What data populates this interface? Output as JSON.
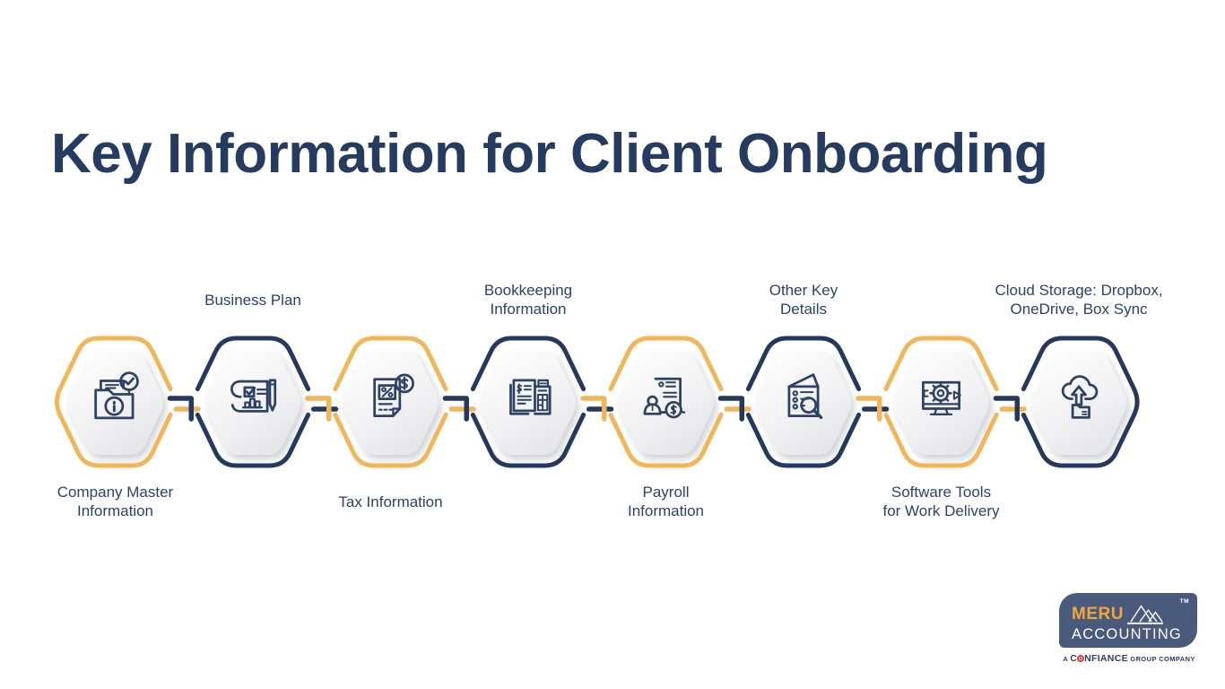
{
  "title": "Key Information for Client Onboarding",
  "colors": {
    "navy": "#24395e",
    "gold": "#f2b65a",
    "label_text": "#2e4265",
    "icon_stroke": "#2e4265",
    "title_text": "#253b60",
    "background": "#ffffff"
  },
  "steps": [
    {
      "id": "company-master",
      "label": "Company Master Information",
      "lines": [
        "Company Master",
        "Information"
      ],
      "label_position": "bottom",
      "ring": "gold",
      "icon": "folder-info-icon"
    },
    {
      "id": "business-plan",
      "label": "Business Plan",
      "lines": [
        "Business Plan"
      ],
      "label_position": "top",
      "ring": "navy",
      "icon": "business-plan-icon"
    },
    {
      "id": "tax-information",
      "label": "Tax Information",
      "lines": [
        "Tax Information"
      ],
      "label_position": "bottom",
      "ring": "gold",
      "icon": "tax-document-icon"
    },
    {
      "id": "bookkeeping-information",
      "label": "Bookkeeping Information",
      "lines": [
        "Bookkeeping",
        "Information"
      ],
      "label_position": "top",
      "ring": "navy",
      "icon": "ledger-documents-icon"
    },
    {
      "id": "payroll-information",
      "label": "Payroll Information",
      "lines": [
        "Payroll",
        "Information"
      ],
      "label_position": "bottom",
      "ring": "gold",
      "icon": "payroll-person-icon"
    },
    {
      "id": "other-key-details",
      "label": "Other Key Details",
      "lines": [
        "Other Key",
        "Details"
      ],
      "label_position": "top",
      "ring": "navy",
      "icon": "checklist-magnifier-icon"
    },
    {
      "id": "software-tools",
      "label": "Software Tools for Work Delivery",
      "lines": [
        "Software Tools",
        "for Work Delivery"
      ],
      "label_position": "bottom",
      "ring": "gold",
      "icon": "software-gear-monitor-icon"
    },
    {
      "id": "cloud-storage",
      "label": "Cloud Storage: Dropbox, OneDrive, Box Sync",
      "lines": [
        "Cloud Storage: Dropbox,",
        "OneDrive, Box Sync"
      ],
      "label_position": "top",
      "ring": "navy",
      "icon": "cloud-upload-folder-icon"
    }
  ],
  "logo": {
    "brand": "MERU",
    "trademark": "TM",
    "brand_word": "ACCOUNTING",
    "tagline_prefix": "A",
    "tagline_brand_c": "C",
    "tagline_brand_rest": "NFIANCE",
    "tagline_suffix": "GROUP COMPANY",
    "colors": {
      "box": "#4a5a7c",
      "brand_gold": "#f2a73b",
      "text": "#ffffff",
      "tagline": "#2c3f63",
      "o_mark": "#d13c2e"
    }
  }
}
